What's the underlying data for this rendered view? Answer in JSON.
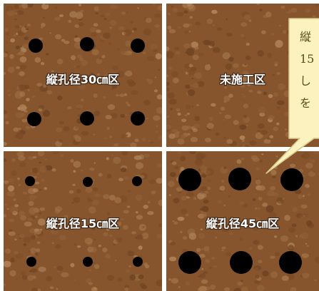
{
  "plots": [
    {
      "id": "p30",
      "label": "縦孔径30㎝区",
      "hole_diameter_cm": 30
    },
    {
      "id": "none",
      "label": "未施工区",
      "hole_diameter_cm": 0
    },
    {
      "id": "p15",
      "label": "縦孔径15㎝区",
      "hole_diameter_cm": 15
    },
    {
      "id": "p45",
      "label": "縦孔径45㎝区",
      "hole_diameter_cm": 45
    }
  ],
  "callout": {
    "lines": [
      "縦",
      "15",
      "し",
      "を"
    ]
  },
  "colors": {
    "soil": "#86552d",
    "hole": "#000000",
    "callout_fill": "#fbf2c0",
    "callout_border": "#d9c98a",
    "label_outline": "#3a2414"
  }
}
